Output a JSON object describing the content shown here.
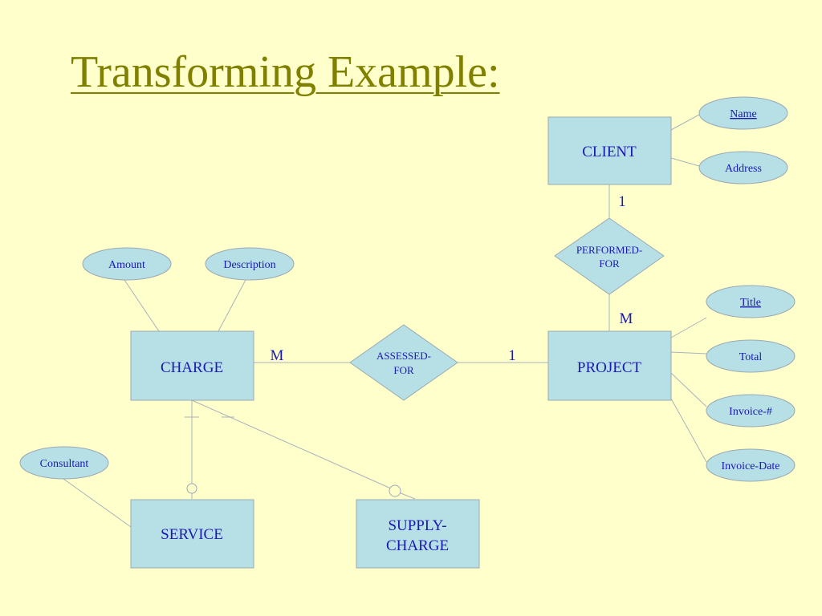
{
  "slide": {
    "title": "Transforming Example:"
  },
  "entities": {
    "client": "CLIENT",
    "project": "PROJECT",
    "charge": "CHARGE",
    "service": "SERVICE",
    "supply_charge": [
      "SUPPLY-",
      "CHARGE"
    ]
  },
  "relationships": {
    "performed_for": [
      "PERFORMED-",
      "FOR"
    ],
    "assessed_for": [
      "ASSESSED-",
      "FOR"
    ]
  },
  "attributes": {
    "client_name": "Name",
    "client_address": "Address",
    "project_title": "Title",
    "project_total": "Total",
    "project_invoice_no": "Invoice-#",
    "project_invoice_date": "Invoice-Date",
    "charge_amount": "Amount",
    "charge_description": "Description",
    "service_consultant": "Consultant"
  },
  "cardinalities": {
    "client_performed": "1",
    "performed_project": "M",
    "charge_assessed": "M",
    "assessed_project": "1"
  },
  "colors": {
    "background": "#ffffcc",
    "title": "#808000",
    "shape_fill": "#b7e0e6",
    "text": "#1a1ab0"
  }
}
